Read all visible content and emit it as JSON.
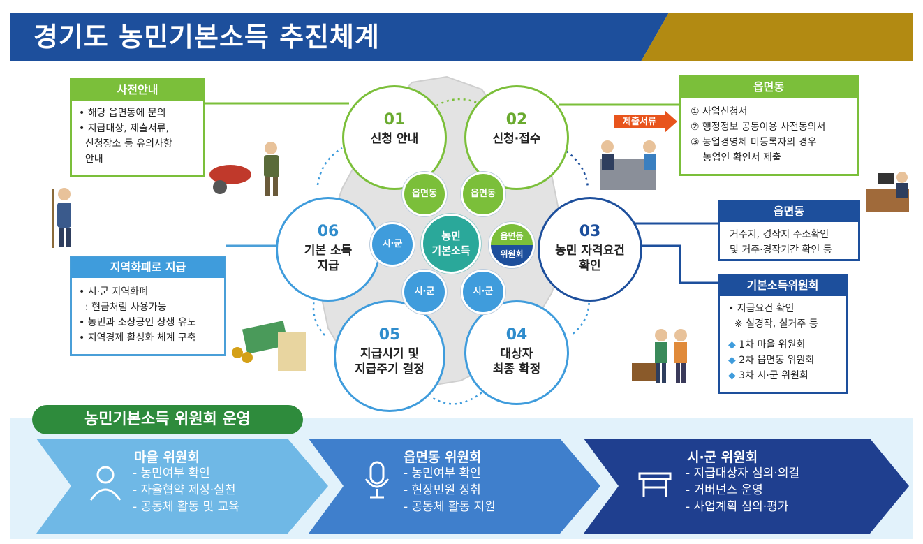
{
  "header": {
    "title": "경기도 농민기본소득 추진체계"
  },
  "colors": {
    "navy": "#1d4f9c",
    "green": "#7bbf3a",
    "sky": "#3f9cdc",
    "gold": "#b28a12",
    "dark_green": "#2e8b3c"
  },
  "center": {
    "line1": "농민",
    "line2": "기본소득"
  },
  "steps": [
    {
      "num": "01",
      "label_lines": [
        "신청 안내"
      ]
    },
    {
      "num": "02",
      "label_lines": [
        "신청·접수"
      ]
    },
    {
      "num": "03",
      "label_lines": [
        "농민 자격요건",
        "확인"
      ]
    },
    {
      "num": "04",
      "label_lines": [
        "대상자",
        "최종 확정"
      ]
    },
    {
      "num": "05",
      "label_lines": [
        "지급시기 및",
        "지급주기 결정"
      ]
    },
    {
      "num": "06",
      "label_lines": [
        "기본 소득",
        "지급"
      ]
    }
  ],
  "badges": {
    "b1": "읍면동",
    "b2": "읍면동",
    "b3_top": "읍면동",
    "b3_bottom": "위원회",
    "b4": "시·군",
    "b5": "시·군",
    "b6": "시·군"
  },
  "boxes": {
    "guide": {
      "title": "사전안내",
      "lines": [
        "• 해당 읍면동에 문의",
        "• 지급대상, 제출서류,",
        "  신청장소 등 유의사항",
        "  안내"
      ]
    },
    "eupmyeon_docs": {
      "title": "읍면동",
      "lines": [
        "① 사업신청서",
        "② 행정정보 공동이용 사전동의서",
        "③ 농업경영체 미등록자의 경우",
        "    농업인 확인서 제출"
      ]
    },
    "submit_tag": "제출서류",
    "eupmyeon_check": {
      "title": "읍면동",
      "lines": [
        "거주지, 경작지 주소확인",
        "및 거주·경작기간 확인 등"
      ]
    },
    "committee": {
      "title": "기본소득위원회",
      "lines": [
        "• 지급요건 확인",
        "  ※ 실경작, 실거주 등"
      ],
      "levels": [
        "1차 마을 위원회",
        "2차 읍면동 위원회",
        "3차 시·군 위원회"
      ]
    },
    "local_currency": {
      "title": "지역화폐로 지급",
      "lines": [
        "• 시·군 지역화폐",
        "  : 현금처럼 사용가능",
        "• 농민과 소상공인 상생 유도",
        "• 지역경제 활성화 체계 구축"
      ]
    }
  },
  "bottom": {
    "title": "농민기본소득 위원회 운영",
    "panels": [
      {
        "title": "마을 위원회",
        "items": [
          "- 농민여부 확인",
          "- 자율협약 제정·실천",
          "- 공동체 활동 및 교육"
        ],
        "color": "#6fb8e6"
      },
      {
        "title": "읍면동 위원회",
        "items": [
          "- 농민여부 확인",
          "- 현장민원 정취",
          "- 공동체 활동 지원"
        ],
        "color": "#3f7fcc"
      },
      {
        "title": "시·군 위원회",
        "items": [
          "- 지급대상자 심의·의결",
          "- 거버넌스 운영",
          "- 사업계획 심의·평가"
        ],
        "color": "#1f3f8f"
      }
    ]
  }
}
